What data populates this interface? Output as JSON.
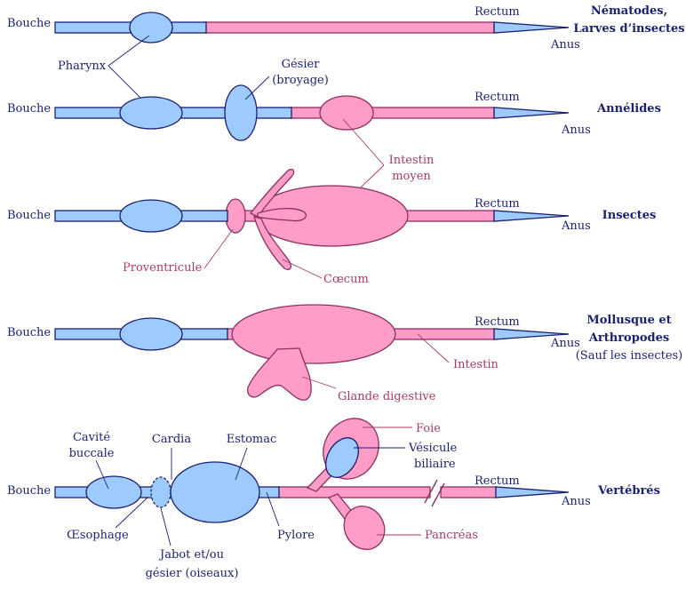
{
  "colors": {
    "foregut": "#9ecbff",
    "midgut": "#ff9cc8",
    "outline_dark": "#1a1f6e",
    "outline_pink": "#8a3060",
    "label_pink": "#a83a6a"
  },
  "rows": [
    {
      "name": "nematodes",
      "left_label": "Bouche",
      "rectum": "Rectum",
      "anus": "Anus",
      "group_lines": [
        "Nématodes,",
        "Larves d’insectes"
      ],
      "callouts": [
        {
          "key": "pharynx",
          "lines": [
            "Pharynx"
          ]
        }
      ]
    },
    {
      "name": "annelides",
      "left_label": "Bouche",
      "rectum": "Rectum",
      "anus": "Anus",
      "group_lines": [
        "Annélides"
      ],
      "callouts": [
        {
          "key": "gesier",
          "lines": [
            "Gésier",
            "(broyage)"
          ]
        },
        {
          "key": "intestin-moyen",
          "lines": [
            "Intestin",
            "moyen"
          ]
        }
      ]
    },
    {
      "name": "insectes",
      "left_label": "Bouche",
      "rectum": "Rectum",
      "anus": "Anus",
      "group_lines": [
        "Insectes"
      ],
      "callouts": [
        {
          "key": "proventricule",
          "lines": [
            "Proventricule"
          ]
        },
        {
          "key": "caecum",
          "lines": [
            "Cœcum"
          ]
        }
      ]
    },
    {
      "name": "mollusques",
      "left_label": "Bouche",
      "rectum": "Rectum",
      "anus": "Anus",
      "group_lines": [
        "Mollusque et",
        "Arthropodes",
        "(Sauf les insectes)"
      ],
      "callouts": [
        {
          "key": "intestin",
          "lines": [
            "Intestin"
          ]
        },
        {
          "key": "glande-digestive",
          "lines": [
            "Glande digestive"
          ]
        }
      ]
    },
    {
      "name": "vertebres",
      "left_label": "Bouche",
      "rectum": "Rectum",
      "anus": "Anus",
      "group_lines": [
        "Vertébrés"
      ],
      "callouts": [
        {
          "key": "cavite-buccale",
          "lines": [
            "Cavité",
            "buccale"
          ]
        },
        {
          "key": "cardia",
          "lines": [
            "Cardia"
          ]
        },
        {
          "key": "estomac",
          "lines": [
            "Estomac"
          ]
        },
        {
          "key": "foie",
          "lines": [
            "Foie"
          ]
        },
        {
          "key": "vesicule-biliaire",
          "lines": [
            "Vésicule",
            "biliaire"
          ]
        },
        {
          "key": "oesophage",
          "lines": [
            "Œsophage"
          ]
        },
        {
          "key": "jabot",
          "lines": [
            "Jabot et/ou",
            "gésier (oiseaux)"
          ]
        },
        {
          "key": "pylore",
          "lines": [
            "Pylore"
          ]
        },
        {
          "key": "pancreas",
          "lines": [
            "Pancréas"
          ]
        }
      ]
    }
  ]
}
